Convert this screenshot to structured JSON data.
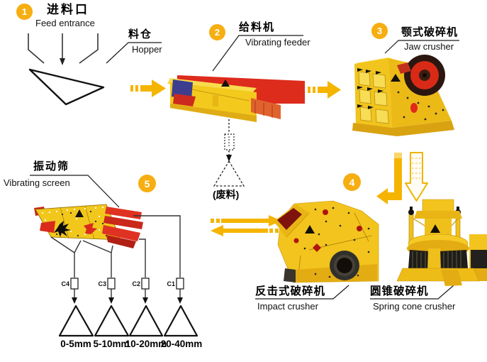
{
  "stages": [
    {
      "num": "1",
      "zh": "进料口",
      "en": "Feed entrance"
    },
    {
      "num": "2",
      "zh": "给料机",
      "en": "Vibrating feeder"
    },
    {
      "num": "3",
      "zh": "颚式破碎机",
      "en": "Jaw crusher"
    },
    {
      "num": "4",
      "zh": "",
      "en": ""
    },
    {
      "num": "5",
      "zh": "振动筛",
      "en": "Vibrating screen"
    }
  ],
  "machines": {
    "hopper_zh": "料仓",
    "hopper_en": "Hopper",
    "impact_zh": "反击式破碎机",
    "impact_en": "Impact crusher",
    "cone_zh": "圆锥破碎机",
    "cone_en": "Spring cone crusher"
  },
  "waste_label": "(废料)",
  "conveyors": [
    {
      "id": "C4",
      "size": "0-5mm"
    },
    {
      "id": "C3",
      "size": "5-10mm"
    },
    {
      "id": "C2",
      "size": "10-20mm"
    },
    {
      "id": "C1",
      "size": "20-40mm"
    }
  ],
  "colors": {
    "machine_yellow": "#F2C41D",
    "accent_red": "#DD2B1C",
    "arrow_yellow": "#F5B400",
    "badge_yellow": "#F6AE10",
    "motor_blue": "#3D3D8F",
    "line_dark": "#1A1A1A"
  }
}
